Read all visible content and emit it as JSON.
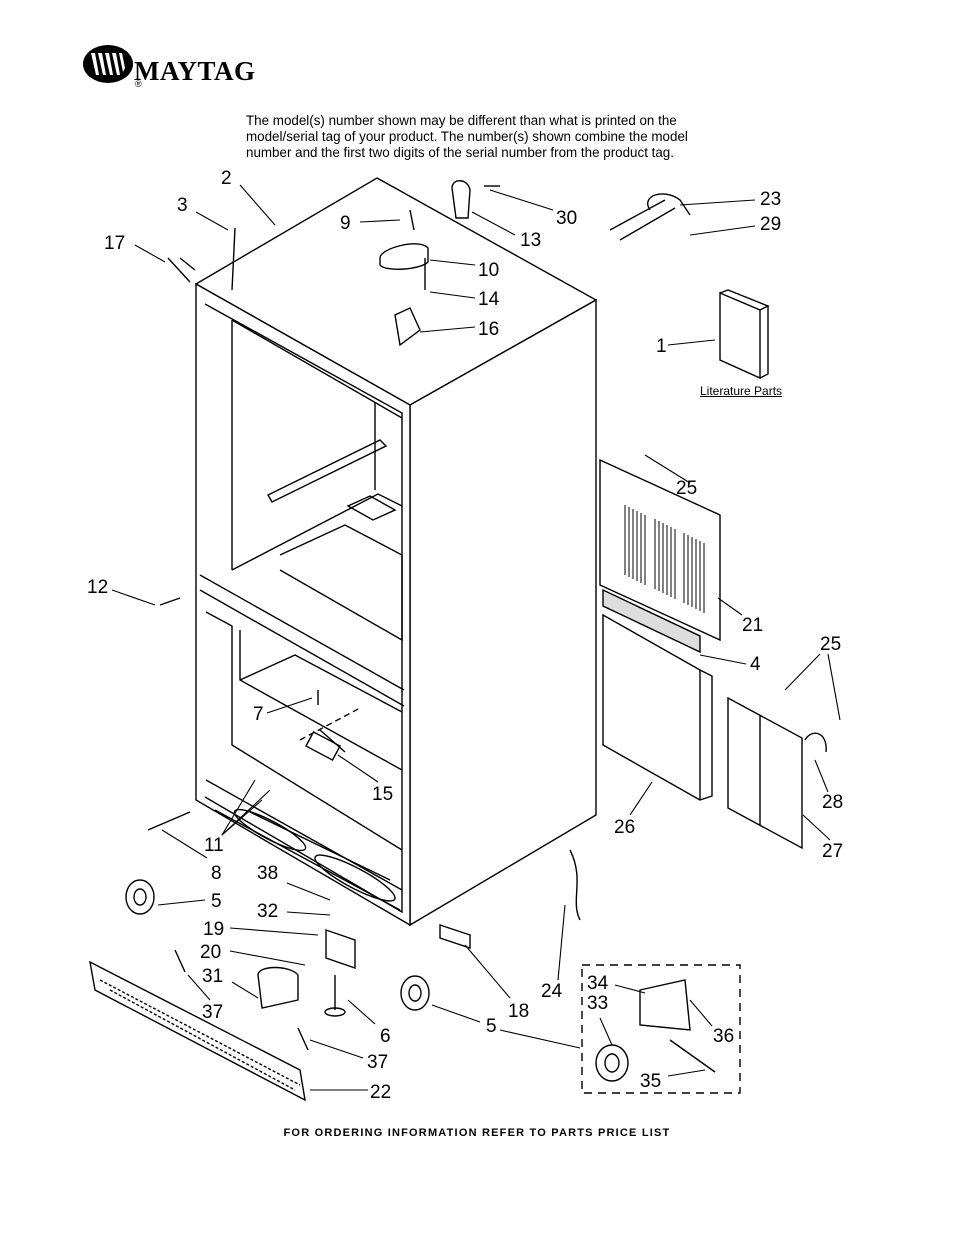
{
  "brand": {
    "name": "MAYTAG",
    "registered": "®"
  },
  "disclaimer": [
    "The model(s) number shown may be different than what is printed on the",
    "model/serial tag of your product. The number(s) shown combine the model",
    "number and the first two digits of the serial number from the product tag."
  ],
  "literature_label": "Literature Parts",
  "footer": "FOR ORDERING INFORMATION REFER TO PARTS PRICE LIST",
  "callouts": [
    "2",
    "3",
    "17",
    "9",
    "30",
    "13",
    "23",
    "29",
    "10",
    "14",
    "16",
    "1",
    "25",
    "12",
    "21",
    "4",
    "25",
    "7",
    "15",
    "28",
    "11",
    "26",
    "27",
    "8",
    "38",
    "5",
    "32",
    "19",
    "20",
    "31",
    "37",
    "6",
    "24",
    "18",
    "5",
    "34",
    "33",
    "36",
    "37",
    "35",
    "22"
  ]
}
